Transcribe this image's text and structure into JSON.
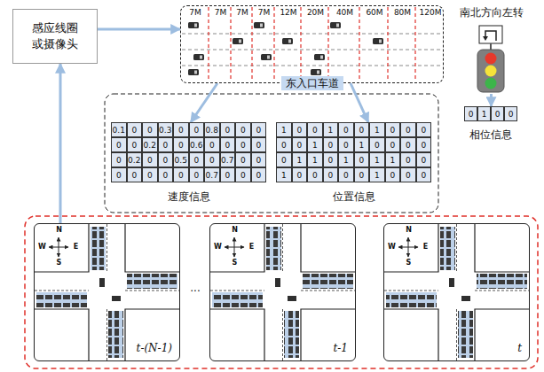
{
  "diagram": {
    "nodes": [
      {
        "text": [
          "感应线圈或摄像头"
        ]
      },
      {
        "text": [
          "东入口车道"
        ]
      },
      {
        "text": [
          "速度信息"
        ]
      },
      {
        "text": [
          "位置信息"
        ]
      },
      {
        "text": [
          "南北方向左转"
        ]
      },
      {
        "text": [
          "相位信息"
        ]
      },
      {
        "text": [
          "t-(N-1)"
        ]
      },
      {
        "text": [
          "t-1"
        ]
      },
      {
        "text": [
          "t"
        ]
      }
    ],
    "edges": [
      {
        "from": 6,
        "to": 0,
        "arrow": "to"
      },
      {
        "from": 0,
        "to": 1,
        "arrow": "to"
      },
      {
        "from": 1,
        "to": 2,
        "arrow": "to"
      },
      {
        "from": 1,
        "to": 3,
        "arrow": "to"
      },
      {
        "from": 4,
        "to": 5,
        "arrow": "to"
      }
    ],
    "labels": [
      "7M",
      "7M",
      "7M",
      "7M",
      "12M",
      "20M",
      "40M",
      "60M",
      "80M",
      "120M",
      "0.1",
      "0",
      "0",
      "0.3",
      "0",
      "0",
      "0.8",
      "0",
      "0",
      "0",
      "0",
      "0",
      "0.2",
      "0",
      "0",
      "0.6",
      "0",
      "0",
      "0",
      "0",
      "0",
      "0.2",
      "0",
      "0",
      "0.5",
      "0",
      "0",
      "0.7",
      "0",
      "0",
      "0",
      "0",
      "0",
      "0",
      "0",
      "0",
      "0.7",
      "0",
      "0",
      "0",
      "1",
      "0",
      "0",
      "1",
      "0",
      "0",
      "1",
      "0",
      "0",
      "0",
      "0",
      "0",
      "1",
      "0",
      "0",
      "1",
      "0",
      "0",
      "0",
      "0",
      "0",
      "1",
      "1",
      "0",
      "1",
      "0",
      "1",
      "1",
      "0",
      "0",
      "1",
      "0",
      "0",
      "0",
      "0",
      "0",
      "1",
      "0",
      "0",
      "0",
      "0",
      "1",
      "0",
      "0",
      "N",
      "W",
      "E",
      "S",
      "N",
      "W",
      "E",
      "S",
      "N",
      "W",
      "E",
      "S",
      "..."
    ]
  }
}
